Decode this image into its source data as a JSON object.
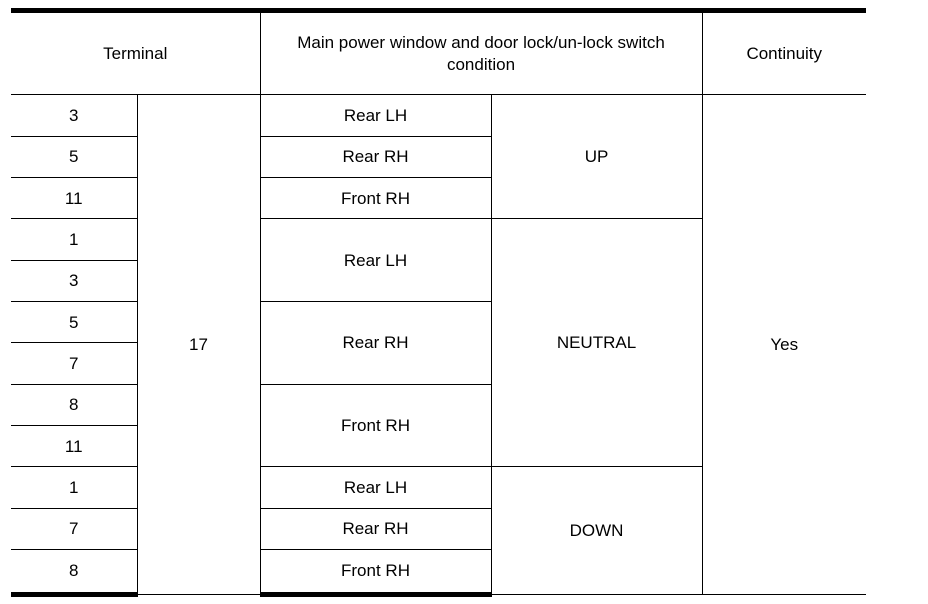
{
  "table": {
    "headers": {
      "terminal": "Terminal",
      "condition": "Main power window and door lock/un-lock switch condition",
      "continuity": "Continuity"
    },
    "terminal_group": "17",
    "continuity_value": "Yes",
    "terminals": [
      "3",
      "5",
      "11",
      "1",
      "3",
      "5",
      "7",
      "8",
      "11",
      "1",
      "7",
      "8"
    ],
    "sections": [
      {
        "condition": "UP",
        "doors": [
          {
            "label": "Rear LH",
            "rows": 1
          },
          {
            "label": "Rear RH",
            "rows": 1
          },
          {
            "label": "Front RH",
            "rows": 1
          }
        ]
      },
      {
        "condition": "NEUTRAL",
        "doors": [
          {
            "label": "Rear LH",
            "rows": 2
          },
          {
            "label": "Rear RH",
            "rows": 2
          },
          {
            "label": "Front RH",
            "rows": 2
          }
        ]
      },
      {
        "condition": "DOWN",
        "doors": [
          {
            "label": "Rear LH",
            "rows": 1
          },
          {
            "label": "Rear RH",
            "rows": 1
          },
          {
            "label": "Front RH",
            "rows": 1
          }
        ]
      }
    ],
    "doors": {
      "up_rear_lh": "Rear LH",
      "up_rear_rh": "Rear RH",
      "up_front_rh": "Front RH",
      "neutral_rear_lh": "Rear LH",
      "neutral_rear_rh": "Rear RH",
      "neutral_front_rh": "Front RH",
      "down_rear_lh": "Rear LH",
      "down_rear_rh": "Rear RH",
      "down_front_rh": "Front RH"
    },
    "conditions": {
      "up": "UP",
      "neutral": "NEUTRAL",
      "down": "DOWN"
    },
    "terminal_rows": {
      "r1": "3",
      "r2": "5",
      "r3": "11",
      "r4": "1",
      "r5": "3",
      "r6": "5",
      "r7": "7",
      "r8": "8",
      "r9": "11",
      "r10": "1",
      "r11": "7",
      "r12": "8"
    }
  },
  "colors": {
    "ink": "#000000",
    "paper": "#ffffff"
  }
}
